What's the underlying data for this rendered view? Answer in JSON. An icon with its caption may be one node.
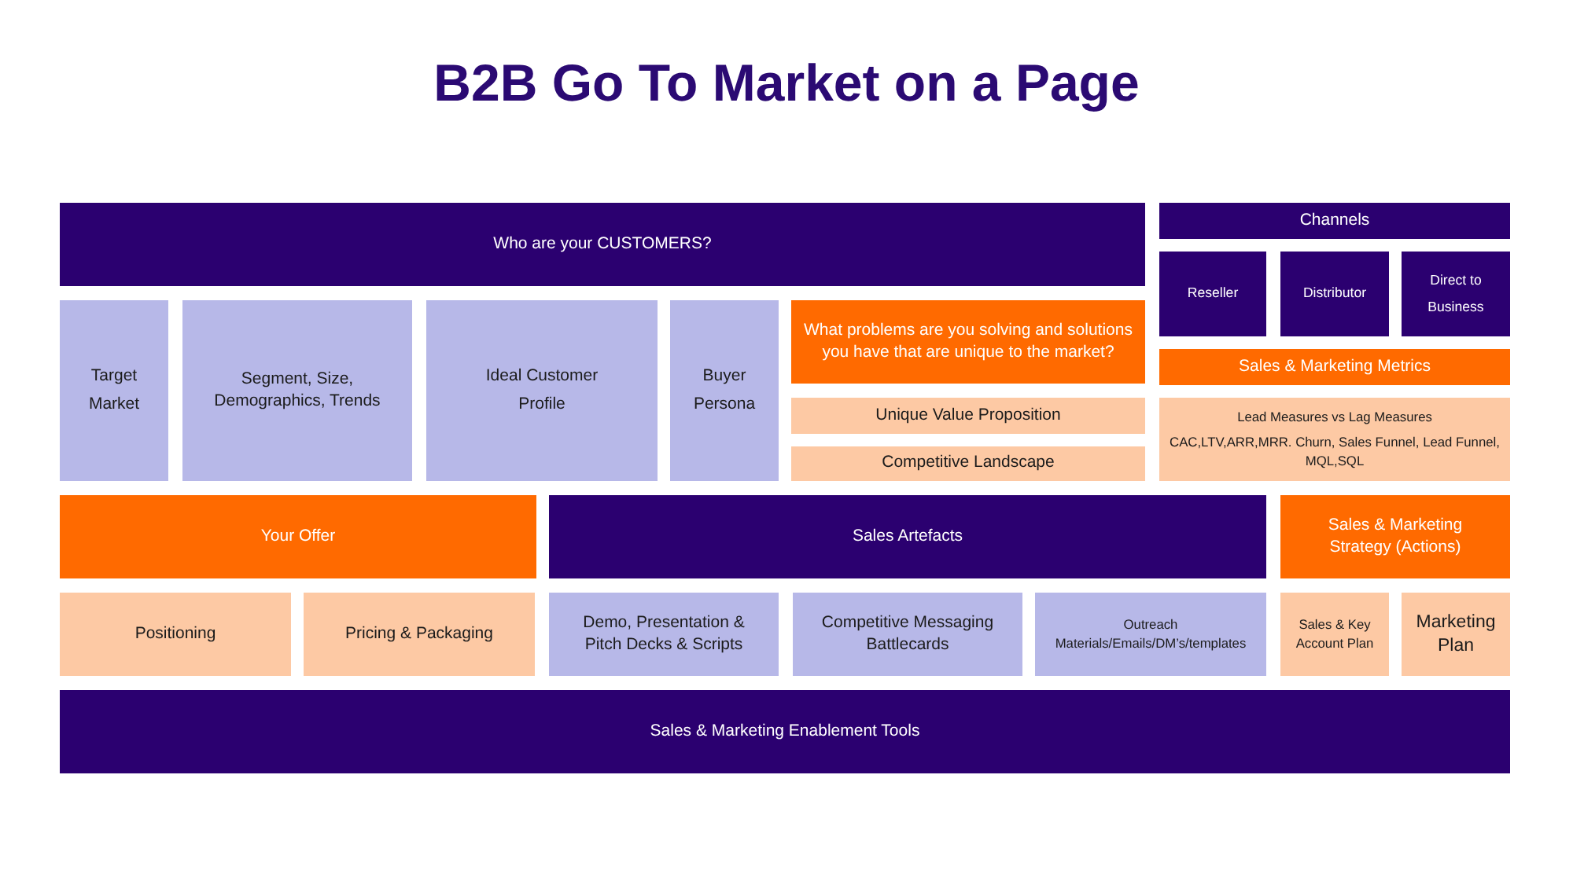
{
  "diagram": {
    "title": "B2B Go To Market on a Page",
    "nodes": [
      {
        "text": [
          "Who are your CUSTOMERS?"
        ]
      },
      {
        "text": [
          "Channels"
        ]
      },
      {
        "text": [
          "Reseller"
        ]
      },
      {
        "text": [
          "Distributor"
        ]
      },
      {
        "text": [
          "Direct to Business"
        ]
      },
      {
        "text": [
          "Target Market"
        ]
      },
      {
        "text": [
          "Segment, Size, Demographics, Trends"
        ]
      },
      {
        "text": [
          "Ideal Customer Profile"
        ]
      },
      {
        "text": [
          "Buyer Persona"
        ]
      },
      {
        "text": [
          "What problems are you solving and solutions you have that are unique to the market?"
        ]
      },
      {
        "text": [
          "Sales & Marketing Metrics"
        ]
      },
      {
        "text": [
          "Unique Value Proposition"
        ]
      },
      {
        "text": [
          "Lead Measures vs Lag Measures",
          "CAC,LTV,ARR,MRR. Churn, Sales Funnel, Lead Funnel, MQL,SQL"
        ]
      },
      {
        "text": [
          "Competitive Landscape"
        ]
      },
      {
        "text": [
          "Your Offer"
        ]
      },
      {
        "text": [
          "Sales Artefacts"
        ]
      },
      {
        "text": [
          "Sales & Marketing Strategy (Actions)"
        ]
      },
      {
        "text": [
          "Positioning"
        ]
      },
      {
        "text": [
          "Pricing & Packaging"
        ]
      },
      {
        "text": [
          "Demo, Presentation & Pitch Decks & Scripts"
        ]
      },
      {
        "text": [
          "Competitive Messaging Battlecards"
        ]
      },
      {
        "text": [
          "Outreach Materials/Emails/DM’s/templates"
        ]
      },
      {
        "text": [
          "Sales & Key Account Plan"
        ]
      },
      {
        "text": [
          "Marketing Plan"
        ]
      },
      {
        "text": [
          "Sales & Marketing Enablement Tools"
        ]
      }
    ]
  }
}
